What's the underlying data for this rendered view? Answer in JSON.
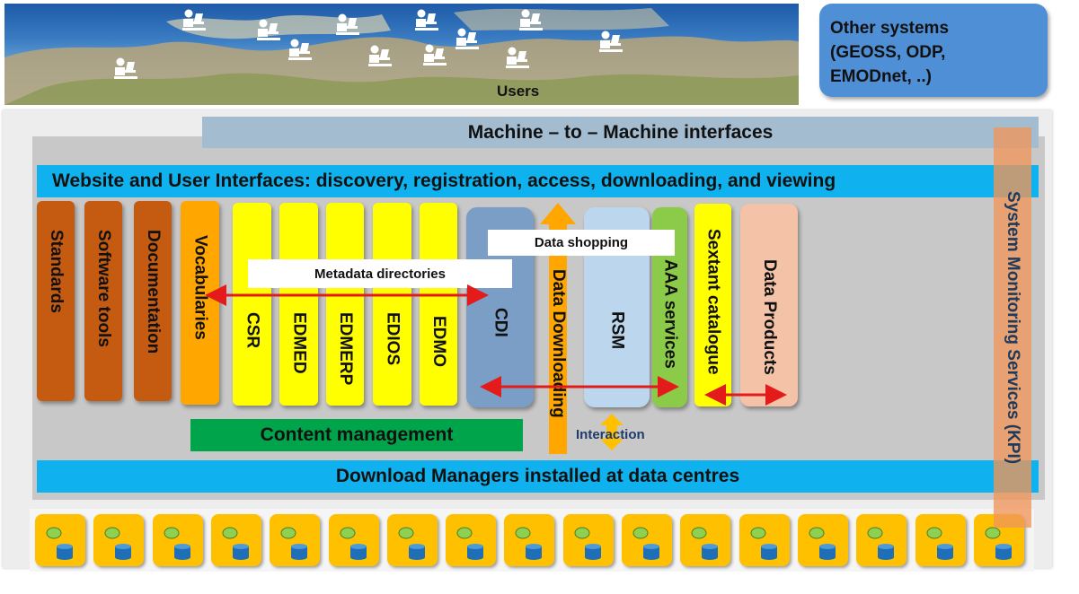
{
  "users": {
    "label": "Users",
    "count": 12
  },
  "other_systems": {
    "lines": [
      "Other systems",
      "(GEOSS, ODP,",
      "EMODnet, ..)"
    ]
  },
  "interfaces": {
    "machine_to_machine": "Machine – to – Machine interfaces",
    "website": "Website and User Interfaces: discovery, registration, access, downloading, and viewing",
    "download_managers": "Download Managers installed at data centres"
  },
  "columns": {
    "standards": "Standards",
    "software_tools": "Software tools",
    "documentation": "Documentation",
    "vocabularies": "Vocabularies",
    "csr": "CSR",
    "edmed": "EDMED",
    "edmerp": "EDMERP",
    "edios": "EDIOS",
    "edmo": "EDMO",
    "cdi": "CDI",
    "data_downloading": "Data Downloading",
    "rsm": "RSM",
    "aaa_services": "AAA services",
    "sextant_catalogue": "Sextant catalogue",
    "data_products": "Data Products"
  },
  "labels": {
    "metadata_directories": "Metadata directories",
    "data_shopping": "Data shopping",
    "content_management": "Content management",
    "interaction": "Interaction",
    "system_monitoring": "System Monitoring Services (KPI)"
  },
  "data_centres": {
    "count": 17
  },
  "colors": {
    "light_blue_bar": "#0fb2ee",
    "m2m_bar": "#a4bcd0",
    "brown": "#c55a11",
    "orange": "#ffa600",
    "yellow": "#ffff00",
    "cdi": "#7a9ec6",
    "rsm": "#bcd6ee",
    "aaa": "#8ccb4a",
    "data_products": "#f4c2a7",
    "content_green": "#00a44a",
    "arrow_red": "#e41b1b",
    "data_centre": "#ffc000",
    "kpi_overlay": "#f0965a"
  }
}
